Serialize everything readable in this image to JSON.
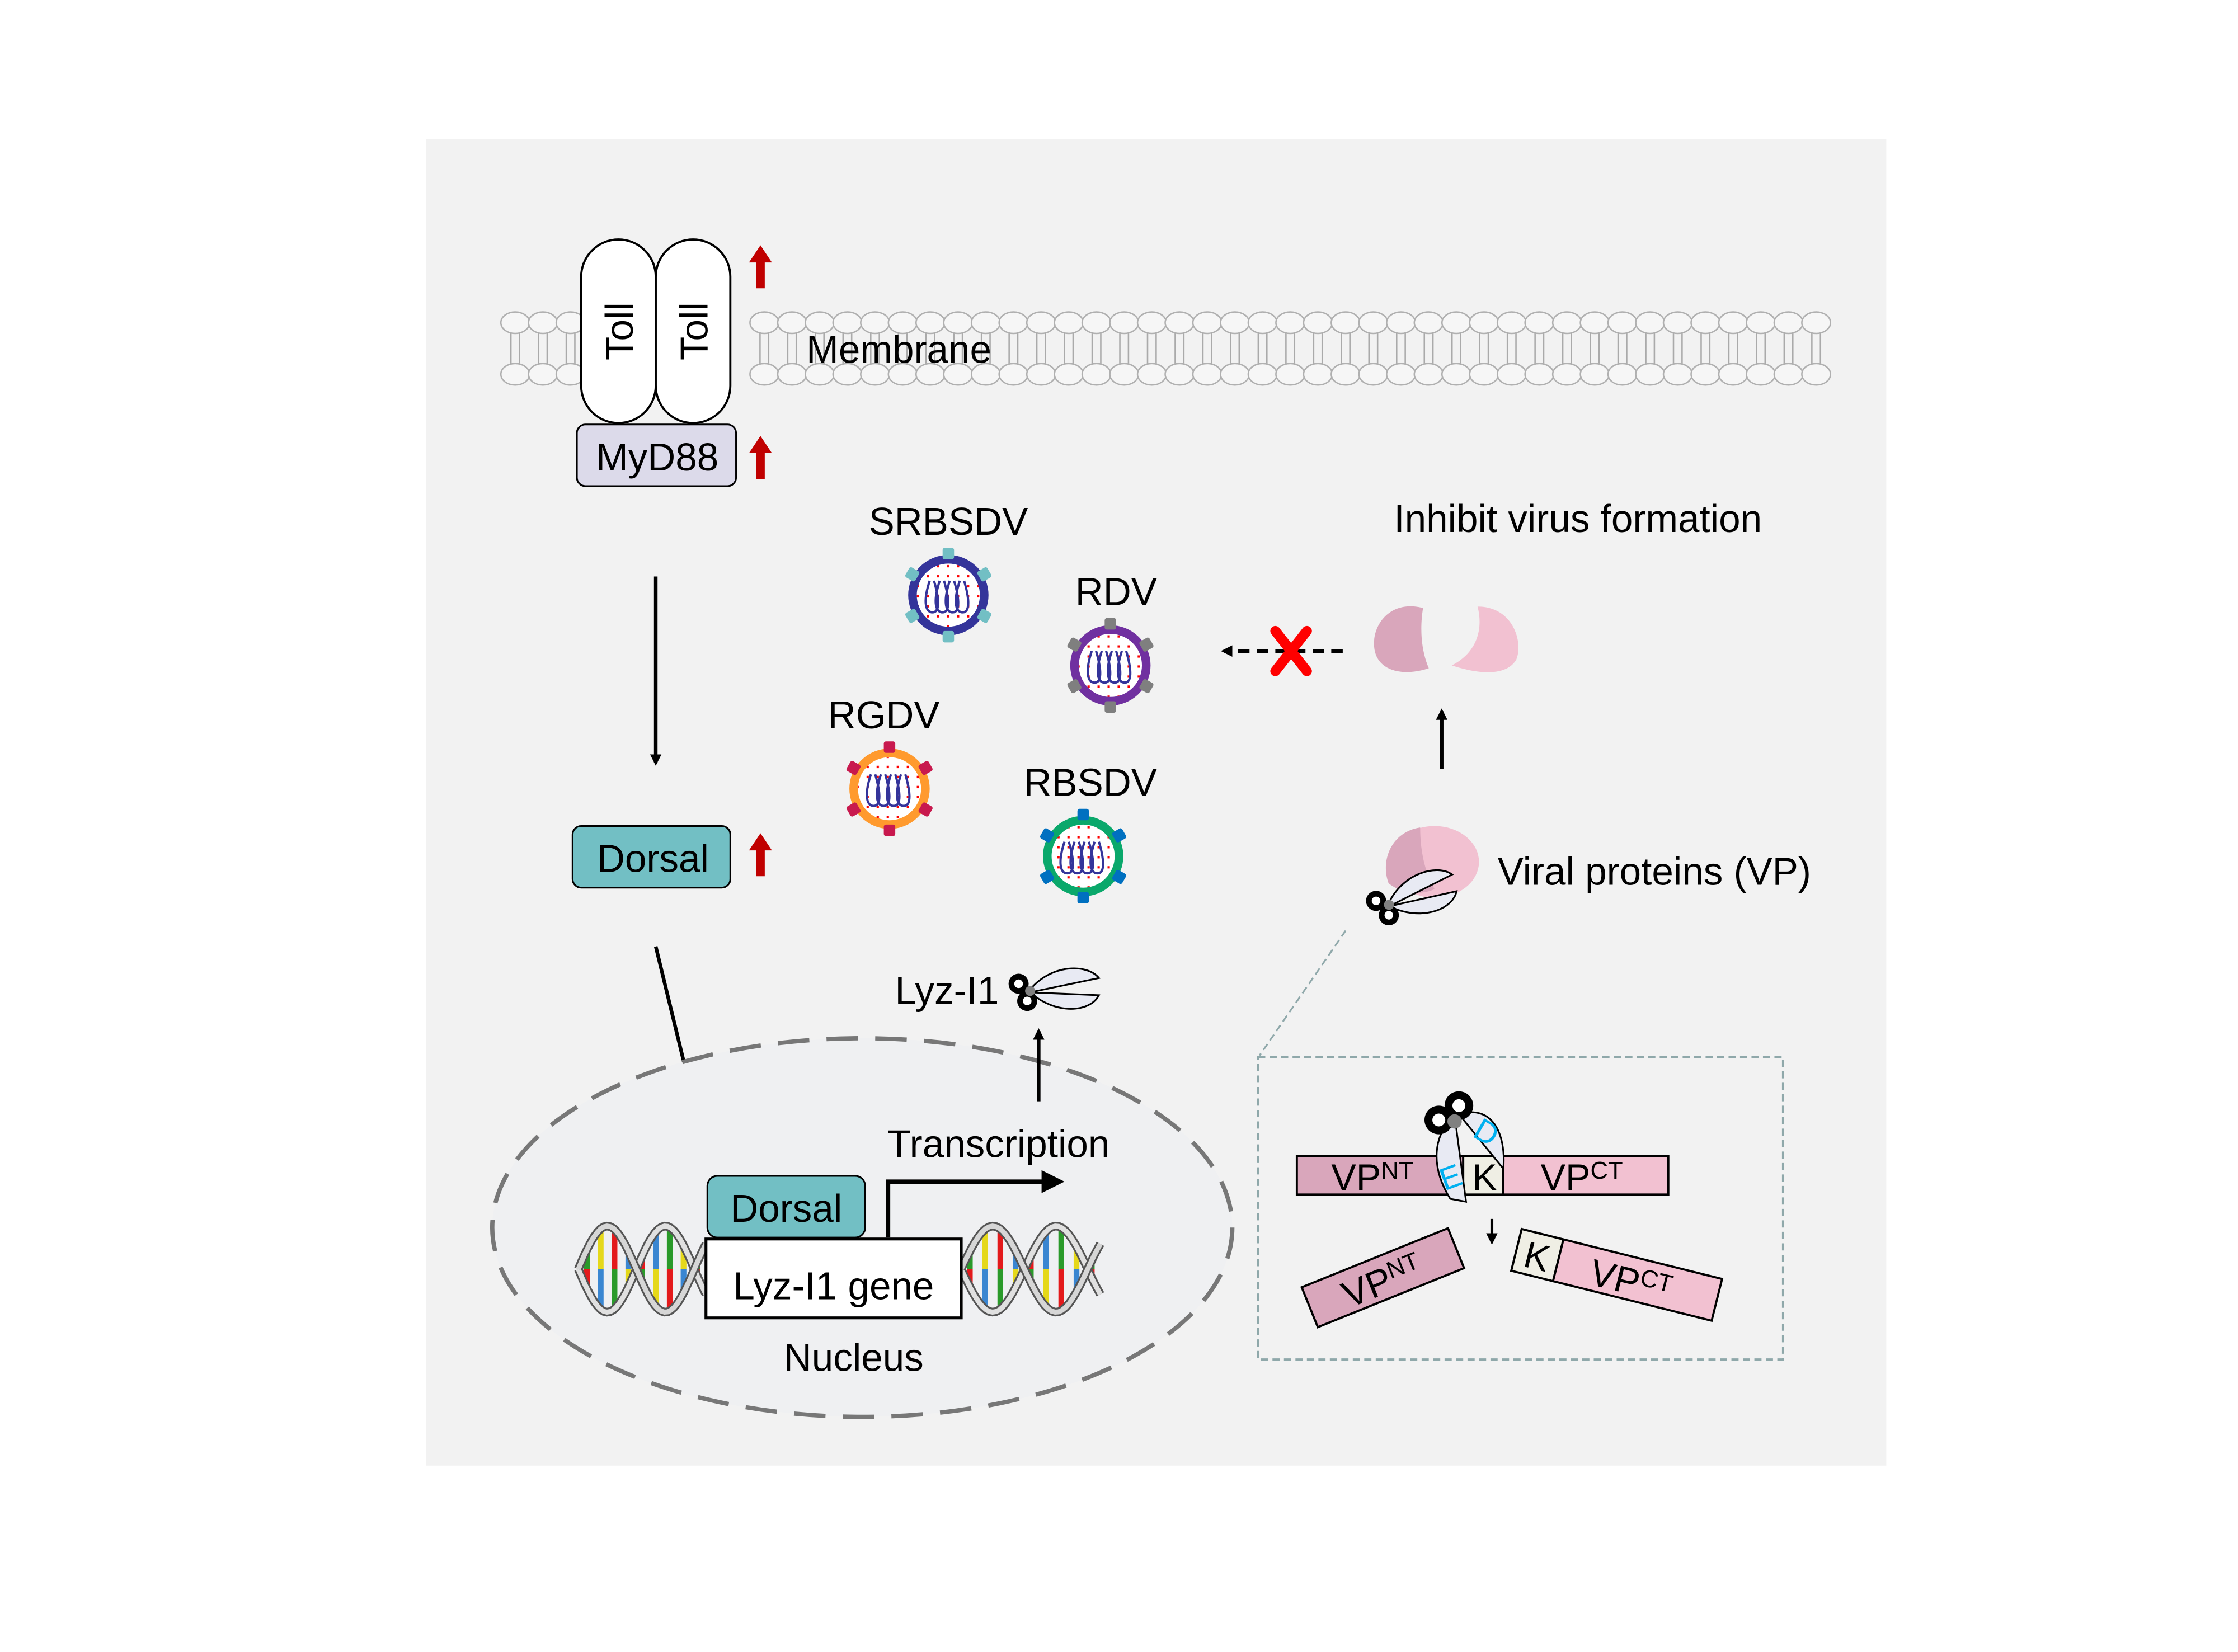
{
  "labels": {
    "toll_1": "Toll",
    "toll_2": "Toll",
    "membrane": "Membrane",
    "myd88": "MyD88",
    "dorsal_cytoplasm": "Dorsal",
    "dorsal_nucleus": "Dorsal",
    "gene": "Lyz-I1 gene",
    "transcription": "Transcription",
    "nucleus": "Nucleus",
    "lyz_protein": "Lyz-I1",
    "inhibit": "Inhibit virus formation",
    "viral_proteins": "Viral proteins (VP)"
  },
  "viruses": [
    {
      "name": "SRBSDV",
      "ring": "#34349a",
      "spikes": "#72bfc4"
    },
    {
      "name": "RDV",
      "ring": "#7030a0",
      "spikes": "#7f7f7f"
    },
    {
      "name": "RGDV",
      "ring": "#ff9a2e",
      "spikes": "#c8194e"
    },
    {
      "name": "RBSDV",
      "ring": "#0aa86b",
      "spikes": "#0070c0"
    }
  ],
  "cleavage": {
    "nt_label": "VP",
    "nt_sup": "NT",
    "k_label": "K",
    "ct_label": "VP",
    "ct_sup": "CT",
    "site_letters": [
      "E",
      "D"
    ]
  },
  "colors": {
    "panel": "#f2f2f2",
    "upregulation_arrow": "#c00000",
    "myd88": "#dcdaea",
    "dorsal": "#72bfc4",
    "vp_nt": "#d9a6bb",
    "vp_ct": "#f2c1d1",
    "k_residue": "#efeee4",
    "inhibit_cross": "#ff0000",
    "protease_site": "#00b0f0"
  }
}
